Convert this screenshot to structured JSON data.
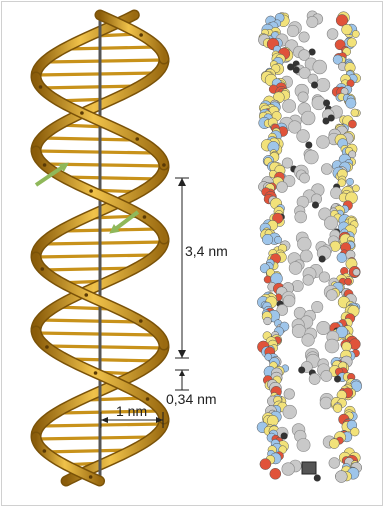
{
  "labels": {
    "pitch": "3,4 nm",
    "rise": "0,34 nm",
    "width": "1 nm"
  },
  "colors": {
    "gold": "#c8921a",
    "gold_light": "#f0c24a",
    "gold_dark": "#7a5208",
    "axis": "#555555",
    "arrow": "#8fb85a",
    "atom_gray": "#c9c9c9",
    "atom_yellow": "#f2e27a",
    "atom_red": "#e0533a",
    "atom_blue": "#9ec5ea",
    "atom_dark": "#333333"
  }
}
